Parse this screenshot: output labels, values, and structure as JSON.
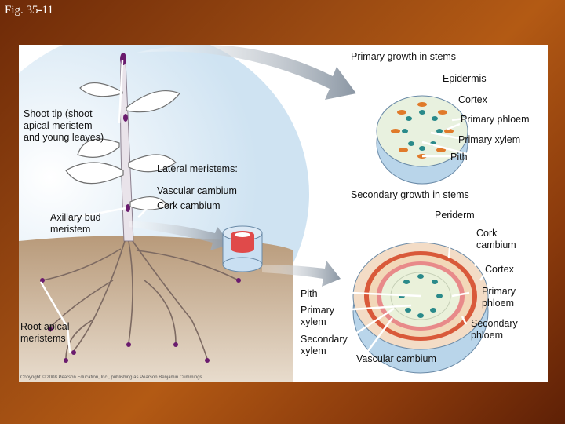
{
  "slide_title": "Fig. 35-11",
  "labels": {
    "primary_growth": "Primary growth in stems",
    "epidermis": "Epidermis",
    "cortex_top": "Cortex",
    "primary_phloem_top": "Primary phloem",
    "primary_xylem_top": "Primary xylem",
    "pith_top": "Pith",
    "shoot_tip": [
      "Shoot tip (shoot",
      "apical meristem",
      "and young leaves)"
    ],
    "lateral_meristems": "Lateral meristems:",
    "vascular_cambium_left": "Vascular cambium",
    "cork_cambium_left": "Cork cambium",
    "axillary_bud": [
      "Axillary bud",
      "meristem"
    ],
    "root_apical": [
      "Root apical",
      "meristems"
    ],
    "secondary_growth": "Secondary growth in stems",
    "periderm": "Periderm",
    "cork_cambium_right": [
      "Cork",
      "cambium"
    ],
    "cortex_bottom": "Cortex",
    "pith_bottom": "Pith",
    "primary_xylem_bottom": [
      "Primary",
      "xylem"
    ],
    "primary_phloem_bottom": [
      "Primary",
      "phloem"
    ],
    "secondary_phloem": [
      "Secondary",
      "phloem"
    ],
    "secondary_xylem": [
      "Secondary",
      "xylem"
    ],
    "vascular_cambium_bottom": "Vascular cambium"
  },
  "copyright": "Copyright © 2008 Pearson Education, Inc., publishing as Pearson Benjamin Cummings."
}
